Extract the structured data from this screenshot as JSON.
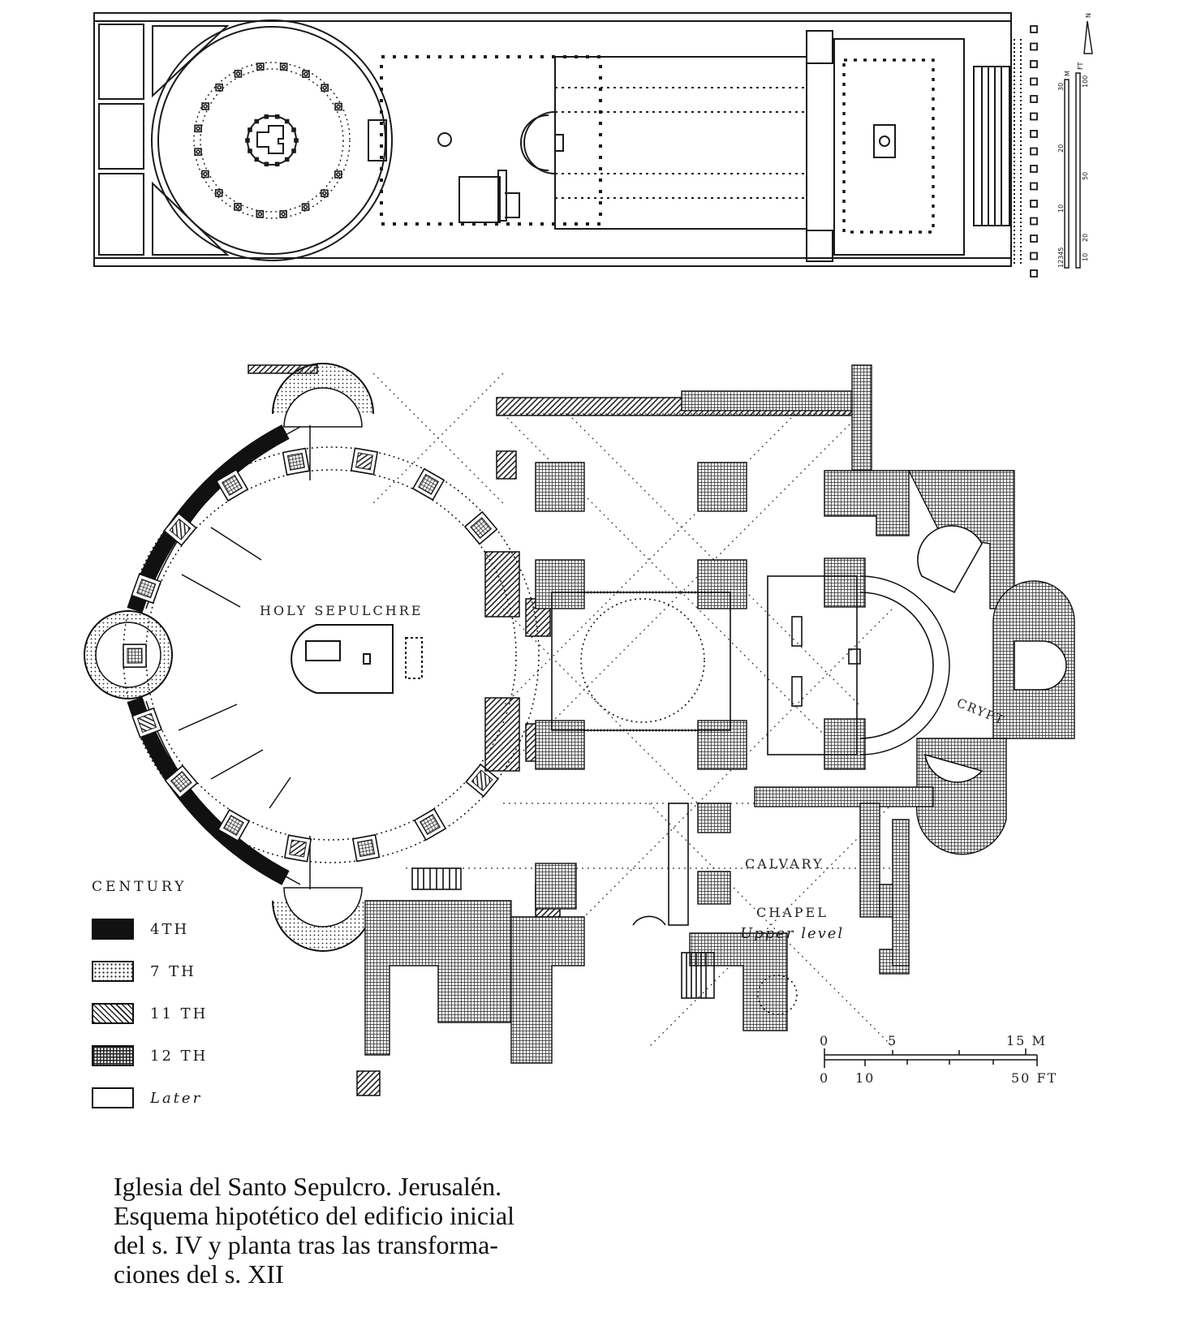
{
  "top_plan": {
    "scale": {
      "metric_unit": "M",
      "metric_ticks": [
        "30",
        "20",
        "10",
        "12345"
      ],
      "imperial_unit": "FT",
      "imperial_ticks": [
        "100",
        "50",
        "20",
        "10"
      ]
    },
    "north_arrow": "N"
  },
  "main_plan": {
    "labels": {
      "holy_sepulchre": "HOLY SEPULCHRE",
      "calvary": "CALVARY",
      "chapel": "CHAPEL",
      "upper_level": "Upper level",
      "crypt": "CRYPT"
    },
    "legend": {
      "title": "CENTURY",
      "items": [
        {
          "label": "4TH",
          "pattern": "solid-black"
        },
        {
          "label": "7 TH",
          "pattern": "dotted"
        },
        {
          "label": "11 TH",
          "pattern": "hatched"
        },
        {
          "label": "12 TH",
          "pattern": "cross-hatched"
        },
        {
          "label": "Later",
          "pattern": "empty"
        }
      ]
    },
    "scale_bar": {
      "metric": {
        "start": "0",
        "mid": "5",
        "end": "15 M"
      },
      "imperial": {
        "start": "0",
        "mid": "10",
        "end": "50 FT"
      }
    }
  },
  "caption": {
    "lines": [
      "Iglesia del Santo Sepulcro. Jerusalén.",
      "Esquema hipotético del edificio inicial",
      "del s. IV y planta tras las transforma-",
      "ciones del s. XII"
    ]
  },
  "colors": {
    "ink": "#1a1a1a",
    "paper": "#ffffff"
  }
}
